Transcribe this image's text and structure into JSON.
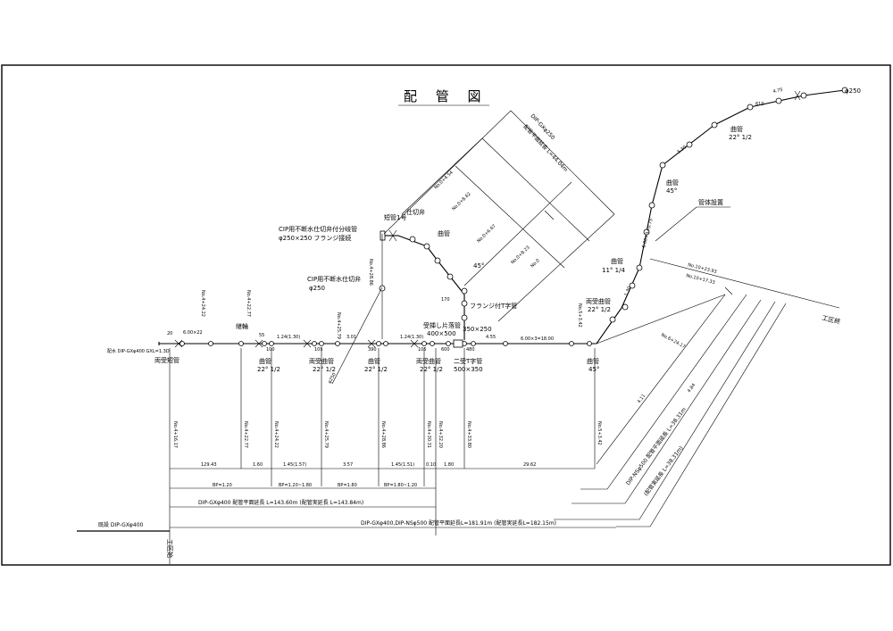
{
  "title": "配 管 図",
  "labels": {
    "existing": "既設 DIP-GXφ400",
    "work_start": "工区始",
    "work_end": "工区終",
    "pipe_gx": "DIP-GXφ400 配管平面延長 L=143.60m (配管実延長 L=143.84m)",
    "pipe_total": "DIP-GXφ400,DIP-NSφ500 配管平面延長L=181.91m (配管実延長L=182.15m)",
    "ns500_a": "DIP-NSφ500 配管平面延長 L=38.31m",
    "ns500_b": "(配管実延長 L=38.31m)",
    "gx250_a": "DIP-GXφ250",
    "gx250_b": "配管平面延長 L=44.04m",
    "cip_branch_1": "CIP用不断水仕切弁付分岐管",
    "cip_branch_2": "φ250×250 フランジ接続",
    "cip_valve_1": "CIP用不断水仕切弁",
    "cip_valve_2": "φ250",
    "short_pipe": "短管1号",
    "valve_250": "仕切弁",
    "cap_reducer_1": "受挿し片落管",
    "cap_reducer_2": "400×500",
    "double_tee_1": "二受T字管",
    "double_tee_2": "500×350",
    "flange_tee_1": "フランジ付T字管",
    "flange_tee_2": "350×250",
    "saddle": "両受短管",
    "air_valve": "継輪",
    "bend": "曲管",
    "bend_22": "22° 1/2",
    "bend_45": "45°",
    "bend_11": "11° 1/4",
    "double_bend": "両受曲管",
    "casing": "管体設置",
    "spec_note": "配水 DIP-GXφ400 GXL=1.3D",
    "plug": "ヤ",
    "cap_250": "φ250",
    "seg_12943": "129.43",
    "seg_160": "1.60",
    "seg_145a": "1.45(1.57)",
    "seg_357": "3.57",
    "seg_145b": "1.45(1.51)",
    "seg_010": "0.10",
    "seg_180": "1.80",
    "seg_2962": "29.62",
    "bp1": "BP=1.20",
    "bp2": "BP=1.20~1.80",
    "bp3": "BP=1.80",
    "bp4": "BP=1.80~1.20",
    "len_top": "6.00×3=18.00",
    "len_top2": "6.00×22",
    "len_1_24a": "1.24(1.30)",
    "len_1_24b": "1.24(1.30)",
    "len_301": "3.01",
    "len_455": "4.55",
    "len_ne": "6.00×3+0.75",
    "len_ne2": "4.75",
    "len_ns1": "5.30",
    "len_ns2": "9.59",
    "len_ns3": "1.30",
    "len_ns4": "4.11",
    "len_ns5": "4.84",
    "dim_v1": "No.4+16.17",
    "dim_v2": "No.4+22.77",
    "dim_v3": "No.4+24.22",
    "dim_v4": "No.4+25.79",
    "dim_v5": "No.4+28.86",
    "dim_v6": "No.4+30.31",
    "dim_v7": "No.4+32.20",
    "dim_v8": "No.4+33.80",
    "dim_v9": "No.5+3.42",
    "dim_250_1": "No.0+4.54",
    "dim_250_2": "No.0+8.62",
    "dim_250_3": "No.0+6.67",
    "dim_250_4": "No.0+8.23",
    "dim_250_5": "No.0",
    "dim_ns_a": "No.10+23.93",
    "dim_ns_b": "No.10+17.33",
    "dim_ns_c": "No.6+24.17",
    "num_20": "20",
    "num_55": "55",
    "num_100": "100",
    "num_105": "105",
    "num_390": "390",
    "num_600": "600",
    "num_480": "480",
    "num_170": "170",
    "num_610": "610"
  }
}
